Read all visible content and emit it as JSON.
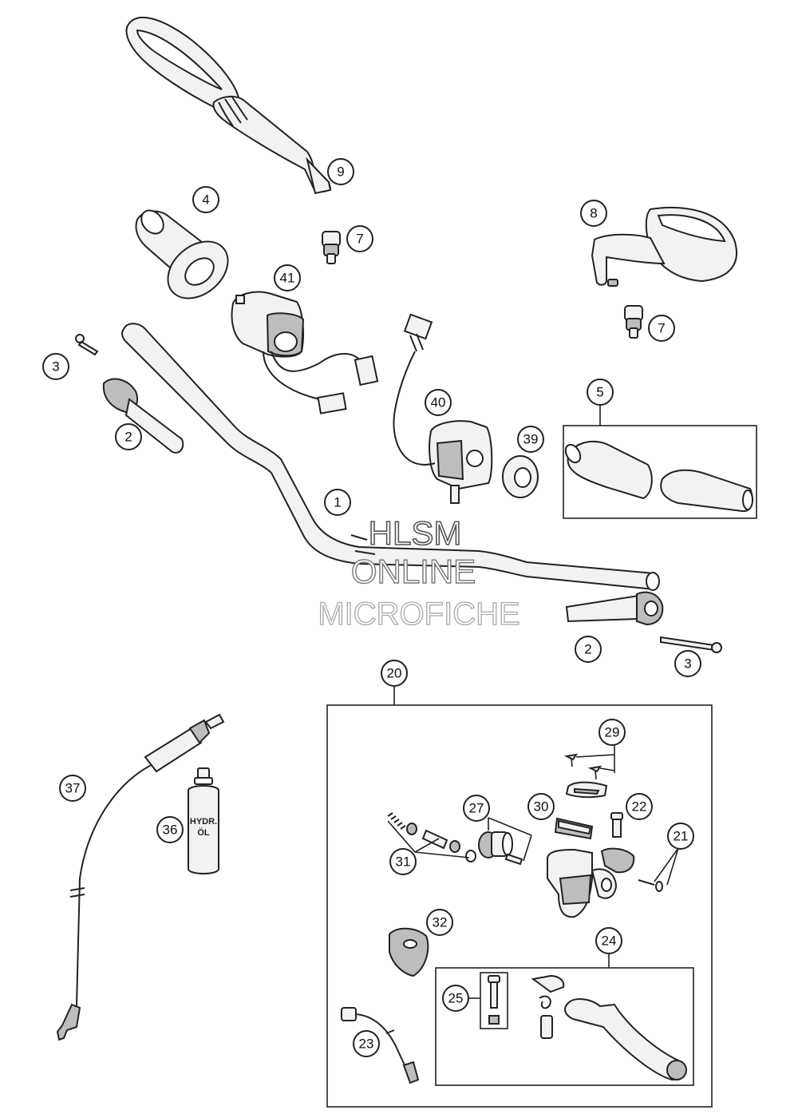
{
  "callouts": {
    "c1": "1",
    "c2a": "2",
    "c2b": "2",
    "c3a": "3",
    "c3b": "3",
    "c4": "4",
    "c5": "5",
    "c7a": "7",
    "c7b": "7",
    "c8": "8",
    "c9": "9",
    "c20": "20",
    "c21": "21",
    "c22": "22",
    "c23": "23",
    "c24": "24",
    "c25": "25",
    "c27": "27",
    "c29": "29",
    "c30": "30",
    "c31": "31",
    "c32": "32",
    "c36": "36",
    "c37": "37",
    "c39": "39",
    "c40": "40",
    "c41": "41"
  },
  "bottle_label": {
    "line1": "HYDR.",
    "line2": "ÖL"
  },
  "watermark": {
    "line1": "HLSM",
    "line2": "ONLINE",
    "line3": "MICROFICHE"
  }
}
